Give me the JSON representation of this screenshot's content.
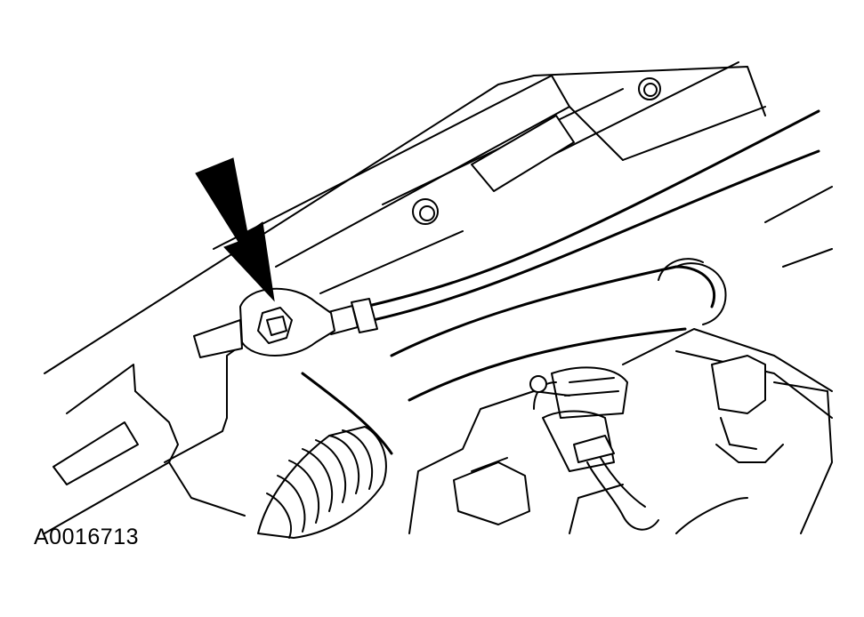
{
  "figure": {
    "id_label": "A0016713"
  },
  "colors": {
    "ink": "#000000",
    "paper": "#ffffff"
  },
  "callouts": [
    {
      "name": "arrow-pointer",
      "points_to": "ground-bolt"
    }
  ]
}
